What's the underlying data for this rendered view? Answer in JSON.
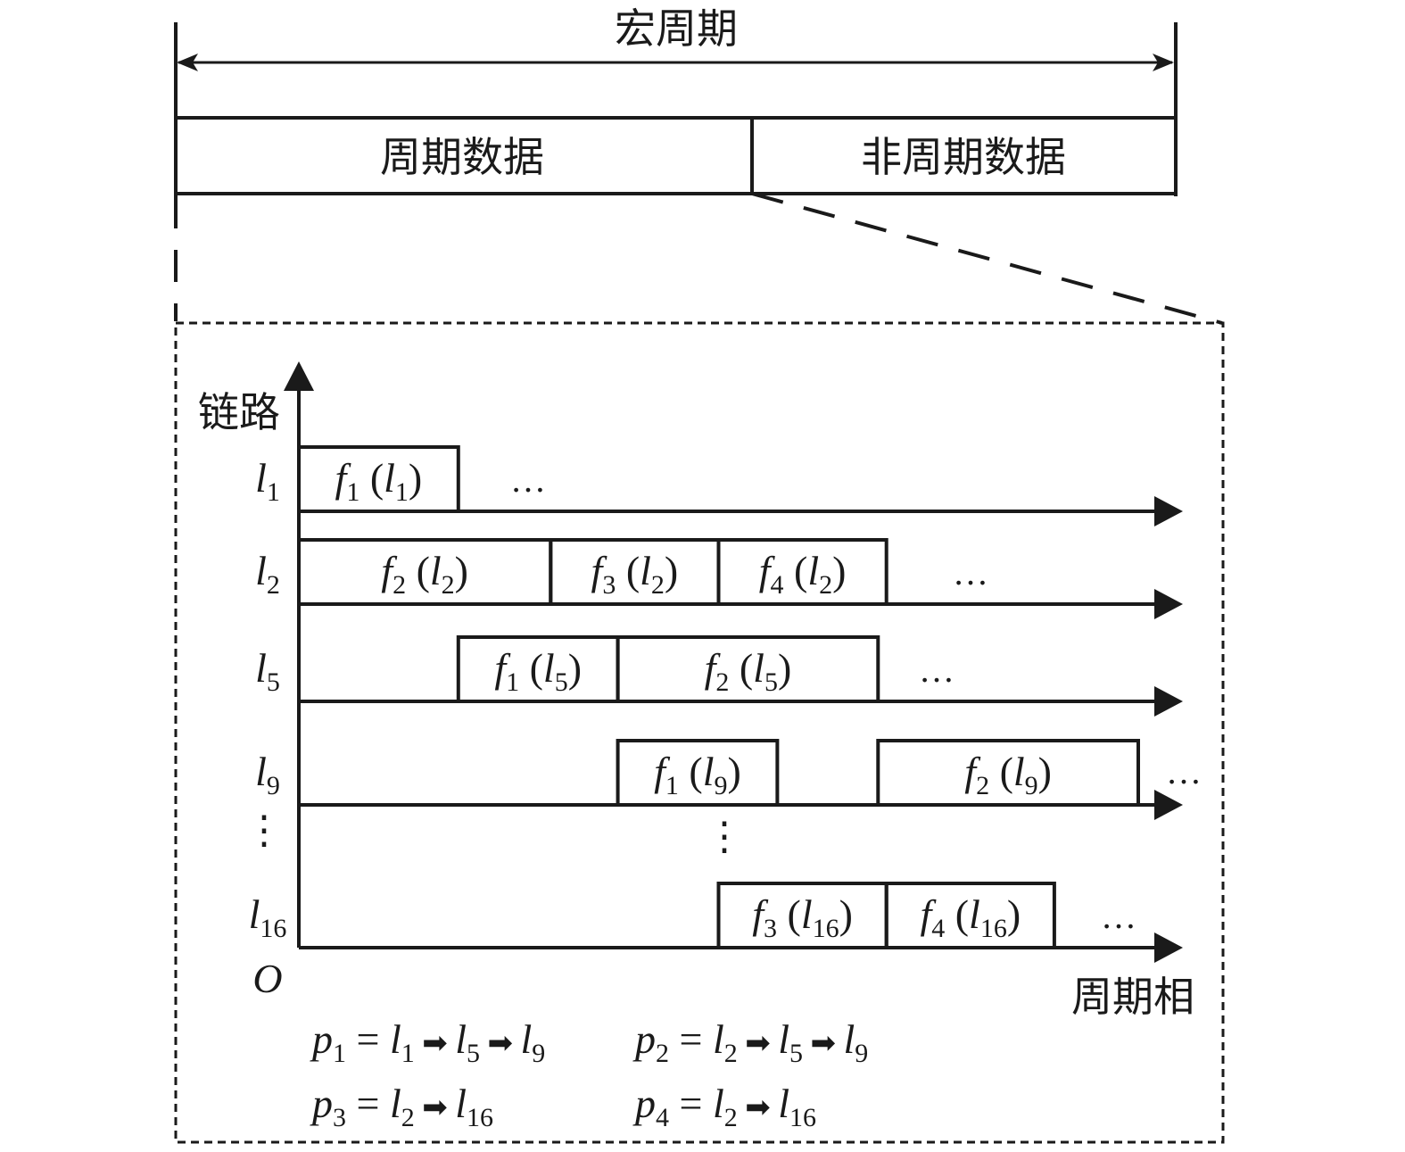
{
  "top": {
    "macro_period_label": "宏周期",
    "periodic_label": "周期数据",
    "aperiodic_label": "非周期数据"
  },
  "axes": {
    "y_label": "链路",
    "x_label": "周期相",
    "origin_label": "O"
  },
  "links": [
    {
      "name": "l",
      "sub": "1",
      "frames": [
        {
          "f": "1",
          "l": "1",
          "start": 0.0,
          "end": 0.19
        }
      ]
    },
    {
      "name": "l",
      "sub": "2",
      "frames": [
        {
          "f": "2",
          "l": "2",
          "start": 0.0,
          "end": 0.3
        },
        {
          "f": "3",
          "l": "2",
          "start": 0.3,
          "end": 0.5
        },
        {
          "f": "4",
          "l": "2",
          "start": 0.5,
          "end": 0.7
        }
      ]
    },
    {
      "name": "l",
      "sub": "5",
      "frames": [
        {
          "f": "1",
          "l": "5",
          "start": 0.19,
          "end": 0.38
        },
        {
          "f": "2",
          "l": "5",
          "start": 0.38,
          "end": 0.69
        }
      ]
    },
    {
      "name": "l",
      "sub": "9",
      "frames": [
        {
          "f": "1",
          "l": "9",
          "start": 0.38,
          "end": 0.57
        },
        {
          "f": "2",
          "l": "9",
          "start": 0.69,
          "end": 1.0
        }
      ]
    },
    {
      "name": "l",
      "sub": "16",
      "frames": [
        {
          "f": "3",
          "l": "16",
          "start": 0.5,
          "end": 0.7
        },
        {
          "f": "4",
          "l": "16",
          "start": 0.7,
          "end": 0.9
        }
      ]
    }
  ],
  "ellipsis": "…",
  "vertical_ellipsis": "⋮",
  "paths": [
    {
      "p": "1",
      "links": [
        "1",
        "5",
        "9"
      ]
    },
    {
      "p": "2",
      "links": [
        "2",
        "5",
        "9"
      ]
    },
    {
      "p": "3",
      "links": [
        "2",
        "16"
      ]
    },
    {
      "p": "4",
      "links": [
        "2",
        "16"
      ]
    }
  ]
}
